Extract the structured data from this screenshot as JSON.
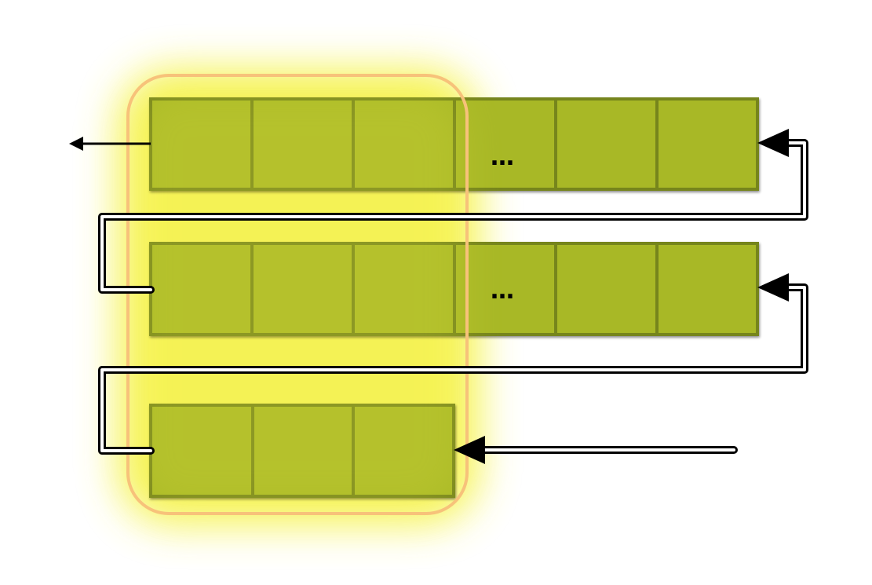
{
  "diagram": {
    "rows": [
      {
        "name": "row-1",
        "ellipsis": "…"
      },
      {
        "name": "row-2",
        "ellipsis": "…"
      },
      {
        "name": "row-3",
        "ellipsis": ""
      }
    ]
  },
  "colors": {
    "cell_fill": "#a8b828",
    "cell_stroke": "#76851a",
    "highlight_glow": "#f5f23a",
    "highlight_border": "#f7c27a",
    "arrow": "#000000"
  }
}
